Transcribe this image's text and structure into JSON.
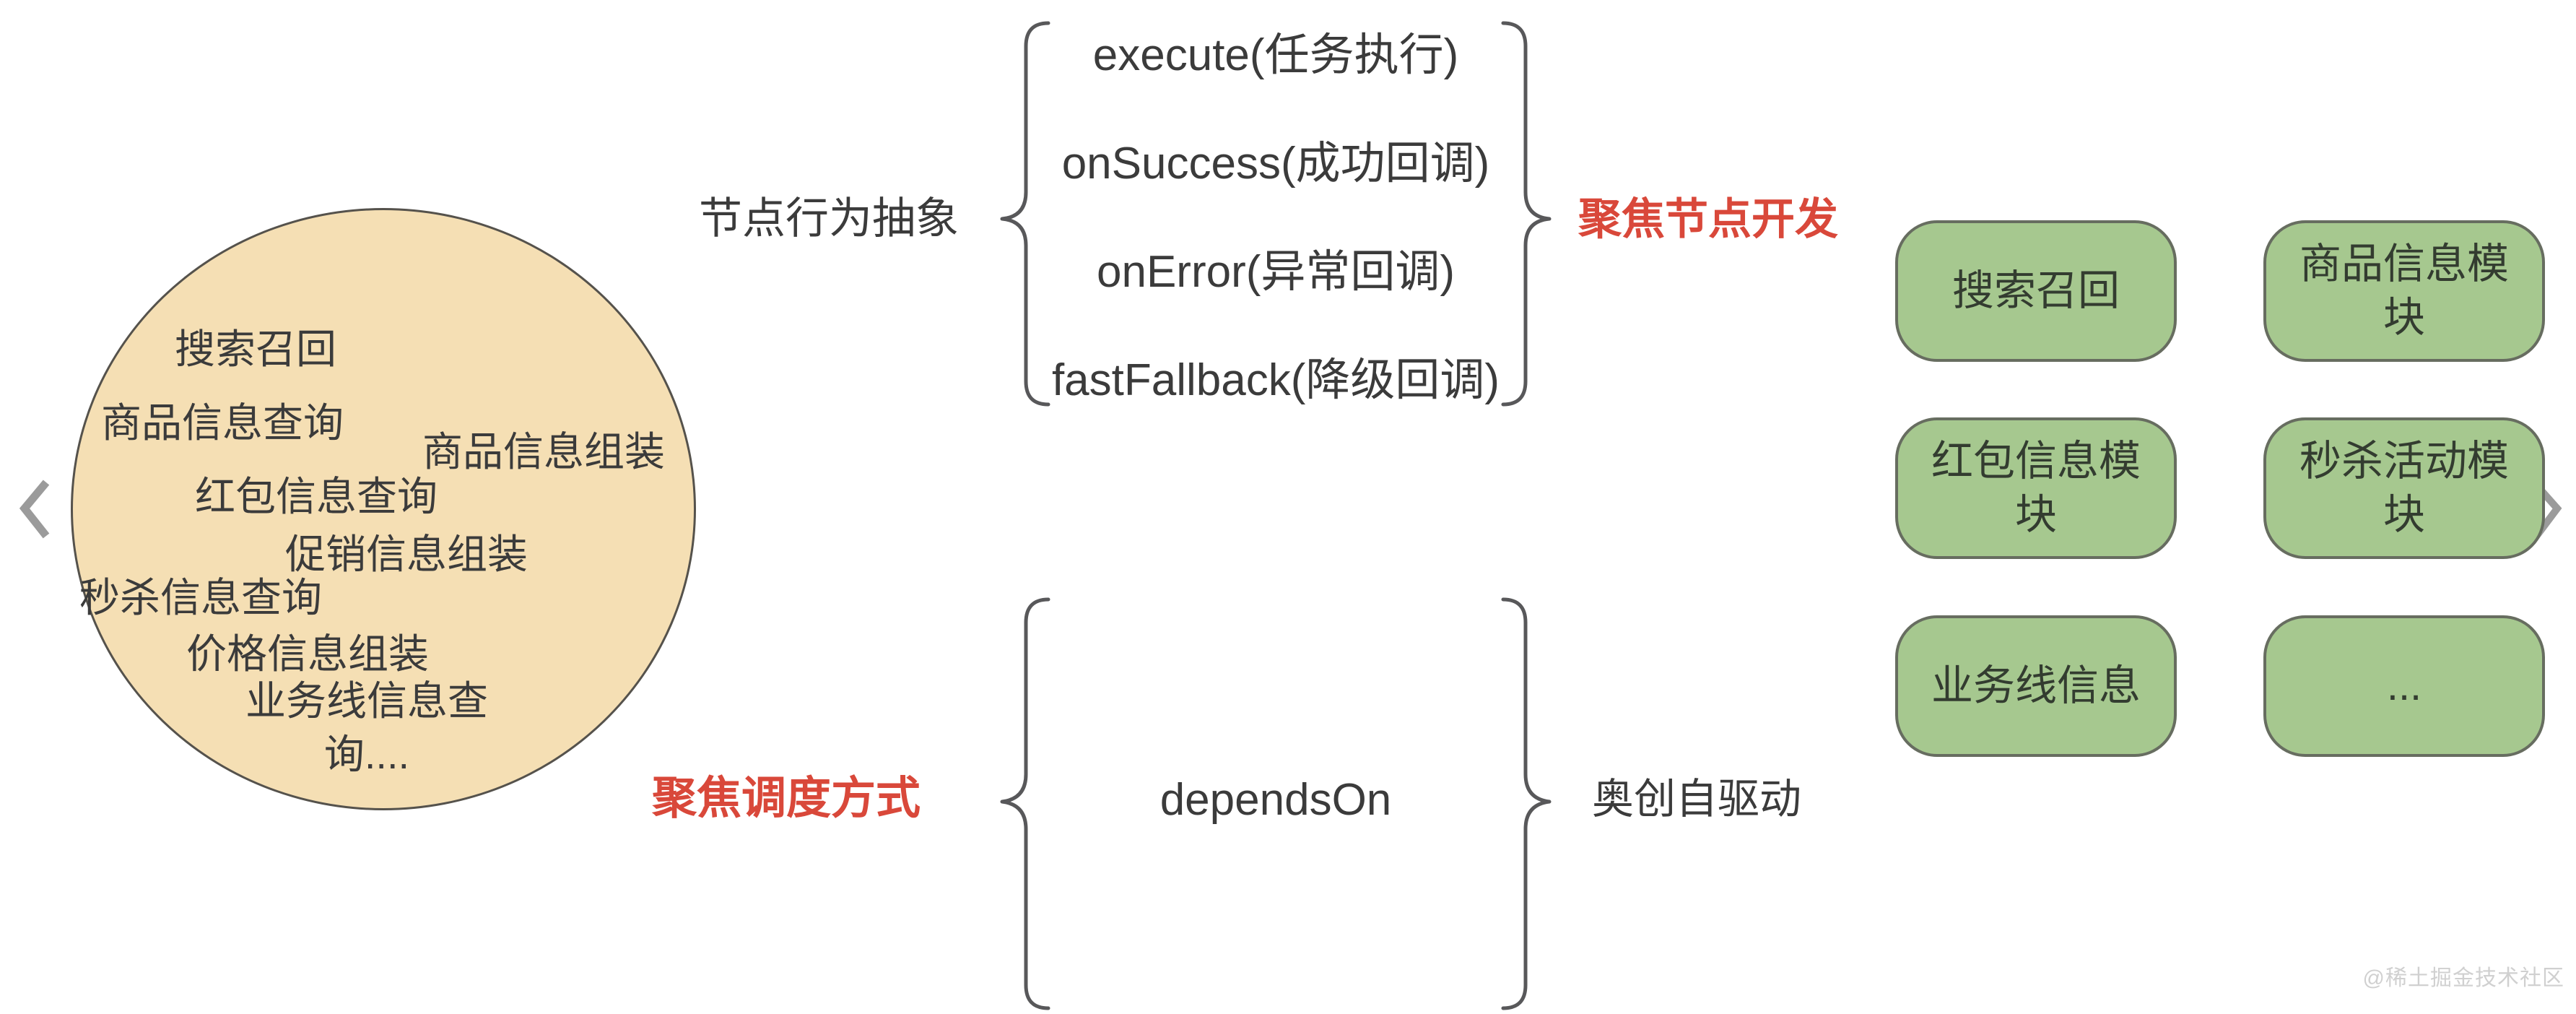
{
  "carousel": {
    "prev_icon": "chevron-left",
    "next_icon": "chevron-right"
  },
  "circle": {
    "fill": "#F5DFB4",
    "border_color": "#55524C",
    "items": [
      "搜索召回",
      "商品信息查询",
      "商品信息组装",
      "红包信息查询",
      "促销信息组装",
      "秒杀信息查询",
      "价格信息组装",
      "业务线信息查询...."
    ]
  },
  "node_behavior": {
    "label": "节点行为抽象",
    "focus_label": "聚焦节点开发",
    "methods": [
      "execute(任务执行)",
      "onSuccess(成功回调)",
      "onError(异常回调)",
      "fastFallback(降级回调)"
    ]
  },
  "scheduling": {
    "focus_label": "聚焦调度方式",
    "method": "dependsOn",
    "driver_label": "奥创自驱动"
  },
  "modules": {
    "fill": "#A6C88F",
    "border_color": "#676D60",
    "items": [
      "搜索召回",
      "商品信息模块",
      "红包信息模块",
      "秒杀活动模块",
      "业务线信息",
      "..."
    ]
  },
  "watermark": {
    "text": "@稀土掘金技术社区"
  },
  "colors": {
    "accent_red": "#D9483A",
    "text_dark": "#3B3B3B",
    "brace": "#58585A",
    "chevron": "#9B9B9B",
    "circle_fill": "#F5DFB4",
    "module_fill": "#A6C88F"
  }
}
